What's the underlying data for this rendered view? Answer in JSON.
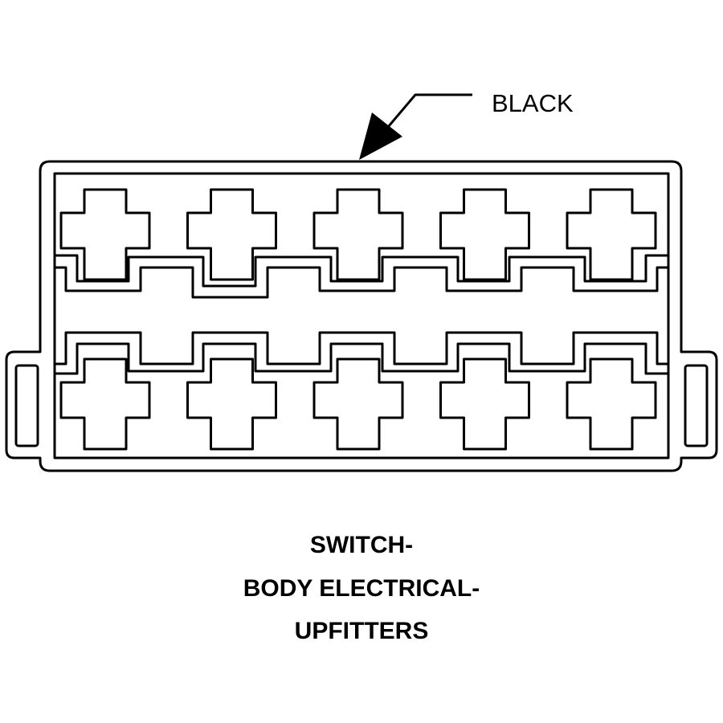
{
  "callout": {
    "label": "BLACK",
    "color": "#000000"
  },
  "connector": {
    "rows": 2,
    "terminals_per_row": 5,
    "terminal_icon": "cross-shaped-cavity",
    "latch_icon": "side-latch"
  },
  "caption": {
    "line1": "SWITCH-",
    "line2": "BODY ELECTRICAL-",
    "line3": "UPFITTERS"
  },
  "colors": {
    "line": "#000000",
    "background": "#ffffff"
  }
}
